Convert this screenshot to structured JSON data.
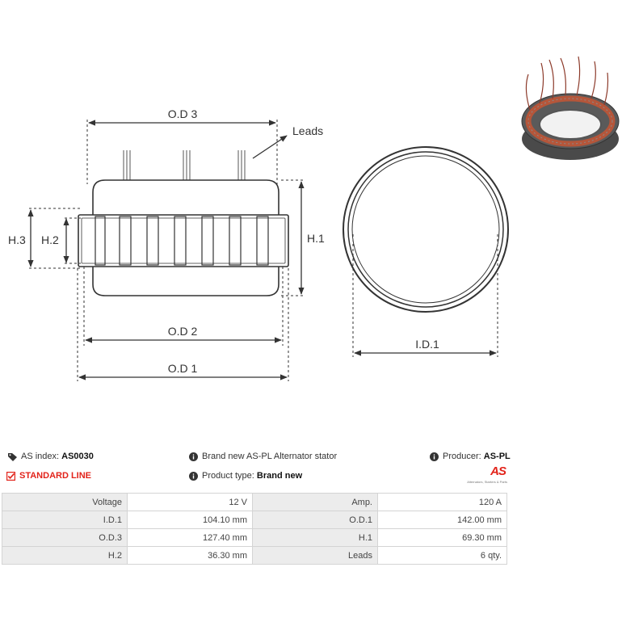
{
  "drawing": {
    "labels": {
      "od3": "O.D 3",
      "leads": "Leads",
      "h3": "H.3",
      "h2": "H.2",
      "h1": "H.1",
      "od2": "O.D 2",
      "od1": "O.D 1",
      "id1": "I.D.1"
    }
  },
  "info": {
    "as_index_label": "AS index:",
    "as_index_value": "AS0030",
    "description": "Brand new AS-PL Alternator stator",
    "producer_label": "Producer:",
    "producer_value": "AS-PL",
    "line": "STANDARD LINE",
    "product_type_label": "Product type:",
    "product_type_value": "Brand new"
  },
  "logo": {
    "mark": "AS",
    "tagline": "Alternators, Starters & Parts"
  },
  "specs": [
    {
      "l1": "Voltage",
      "v1": "12 V",
      "l2": "Amp.",
      "v2": "120 A"
    },
    {
      "l1": "I.D.1",
      "v1": "104.10 mm",
      "l2": "O.D.1",
      "v2": "142.00 mm"
    },
    {
      "l1": "O.D.3",
      "v1": "127.40 mm",
      "l2": "H.1",
      "v2": "69.30 mm"
    },
    {
      "l1": "H.2",
      "v1": "36.30 mm",
      "l2": "Leads",
      "v2": "6 qty."
    }
  ],
  "colors": {
    "accent": "#e2231a",
    "line": "#333333",
    "label_bg": "#ececec"
  },
  "icons": [
    "tag-icon",
    "info-icon",
    "checkbox-icon",
    "stator-photo"
  ]
}
